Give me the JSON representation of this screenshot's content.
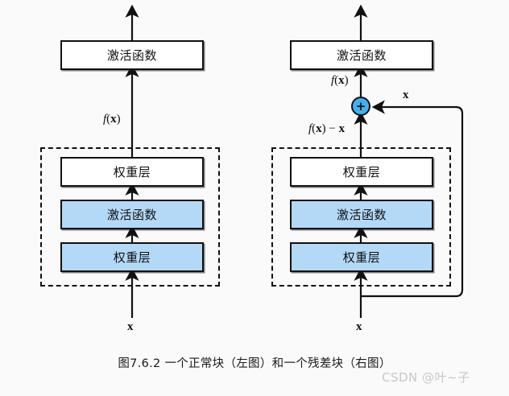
{
  "figure": {
    "caption": "图7.6.2  一个正常块（左图）和一个残差块（右图）",
    "watermark": "CSDN @叶~子",
    "background_color": "#fafafa",
    "blue_fill_color": "#b3d9f7",
    "plus_node_color": "#42b0ee",
    "line_color": "#111111"
  },
  "blocks": {
    "normal": {
      "name": "正常块",
      "position": "左图",
      "activation_top": "激活函数",
      "group_layers": [
        {
          "label": "权重层",
          "filled": false
        },
        {
          "label": "激活函数",
          "filled": true
        },
        {
          "label": "权重层",
          "filled": true
        }
      ],
      "labels": {
        "output_of_group": "f(x)",
        "input": "x"
      }
    },
    "residual": {
      "name": "残差块",
      "position": "右图",
      "activation_top": "激活函数",
      "group_layers": [
        {
          "label": "权重层",
          "filled": false
        },
        {
          "label": "激活函数",
          "filled": true
        },
        {
          "label": "权重层",
          "filled": true
        }
      ],
      "labels": {
        "after_add": "f(x)",
        "before_add": "f(x) − x",
        "skip": "x",
        "input": "x"
      },
      "add_node": "+"
    }
  }
}
